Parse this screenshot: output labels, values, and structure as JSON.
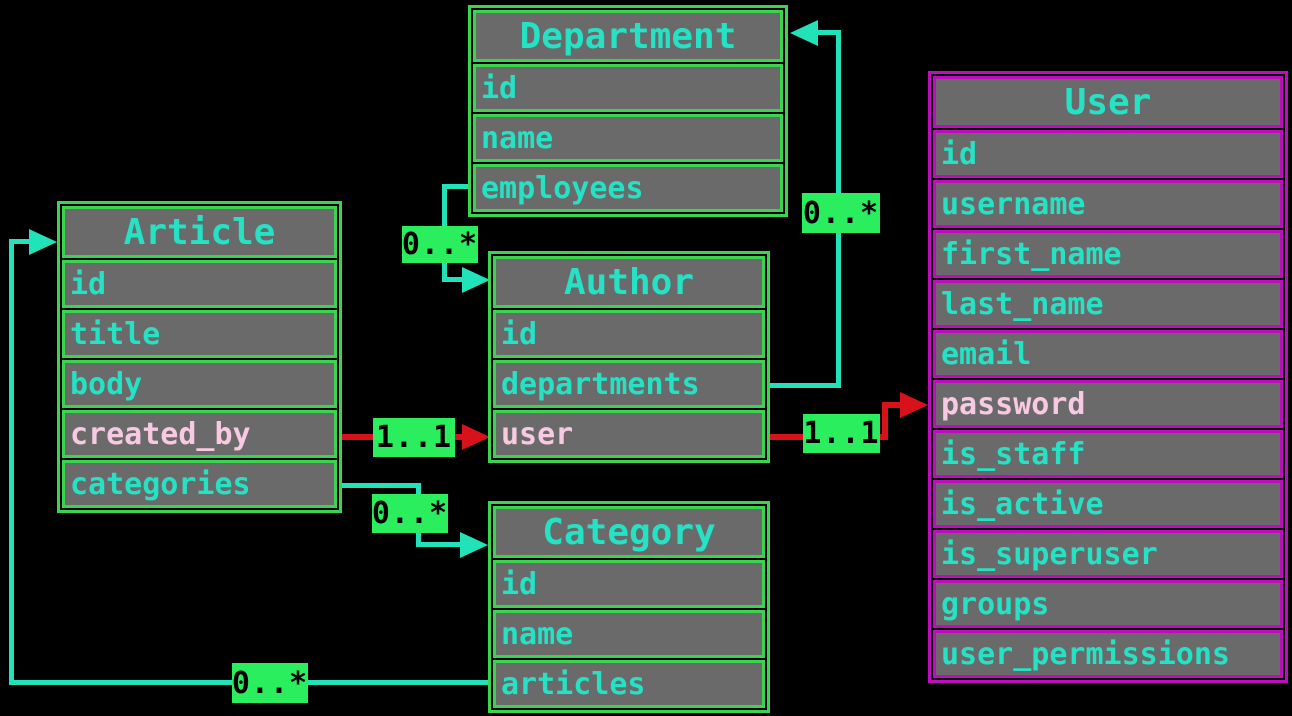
{
  "diagram": {
    "entities": {
      "department": {
        "title": "Department",
        "fields": [
          {
            "label": "id"
          },
          {
            "label": "name"
          },
          {
            "label": "employees"
          }
        ]
      },
      "article": {
        "title": "Article",
        "fields": [
          {
            "label": "id"
          },
          {
            "label": "title"
          },
          {
            "label": "body"
          },
          {
            "label": "created_by"
          },
          {
            "label": "categories"
          }
        ]
      },
      "author": {
        "title": "Author",
        "fields": [
          {
            "label": "id"
          },
          {
            "label": "departments"
          },
          {
            "label": "user"
          }
        ]
      },
      "category": {
        "title": "Category",
        "fields": [
          {
            "label": "id"
          },
          {
            "label": "name"
          },
          {
            "label": "articles"
          }
        ]
      },
      "user": {
        "title": "User",
        "fields": [
          {
            "label": "id"
          },
          {
            "label": "username"
          },
          {
            "label": "first_name"
          },
          {
            "label": "last_name"
          },
          {
            "label": "email"
          },
          {
            "label": "password"
          },
          {
            "label": "is_staff"
          },
          {
            "label": "is_active"
          },
          {
            "label": "is_superuser"
          },
          {
            "label": "groups"
          },
          {
            "label": "user_permissions"
          }
        ]
      }
    },
    "relations": [
      {
        "label": "0..*",
        "from": "Department.employees",
        "to": "Author"
      },
      {
        "label": "0..*",
        "from": "Author.departments",
        "to": "Department"
      },
      {
        "label": "1..1",
        "from": "Article.created_by",
        "to": "Author.user"
      },
      {
        "label": "1..1",
        "from": "Author.user",
        "to": "User.password"
      },
      {
        "label": "0..*",
        "from": "Article.categories",
        "to": "Category"
      },
      {
        "label": "0..*",
        "from": "Category.articles",
        "to": "Article"
      }
    ],
    "colors": {
      "background": "#000000",
      "cell_fill": "#6a6a6a",
      "green_border": "#3bd44e",
      "magenta_border": "#bf0cbf",
      "cyan_text": "#25e2c5",
      "pink_text": "#f7c9e2",
      "line_cyan": "#22e2ba",
      "line_red": "#d8121a",
      "badge_fill": "#2bee5e",
      "badge_text": "#000000"
    }
  }
}
